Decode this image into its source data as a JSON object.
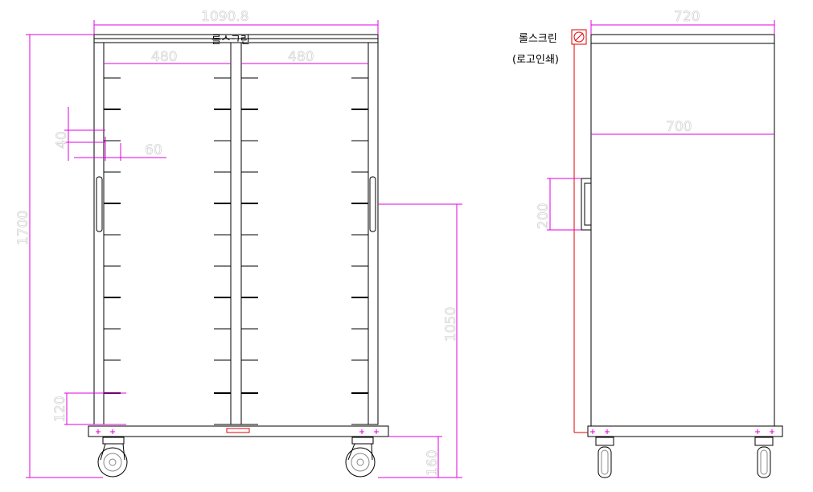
{
  "front_view": {
    "dims": {
      "overall_width": "1090.8",
      "left_bay": "480",
      "right_bay": "480",
      "shelf_gap": "40",
      "shelf_depth": "60",
      "height": "1700",
      "handle_height": "1050",
      "bottom_gap": "120",
      "caster_height": "160"
    },
    "labels": {
      "top_screen": "롤스크린"
    }
  },
  "side_view": {
    "dims": {
      "overall_depth": "720",
      "inner_depth": "700",
      "handle": "200"
    },
    "labels": {
      "screen": "롤스크린",
      "logo": "(로고인쇄)"
    }
  },
  "colors": {
    "dimension": "#e000e0",
    "outline": "#000000",
    "screen": "#e00000"
  }
}
